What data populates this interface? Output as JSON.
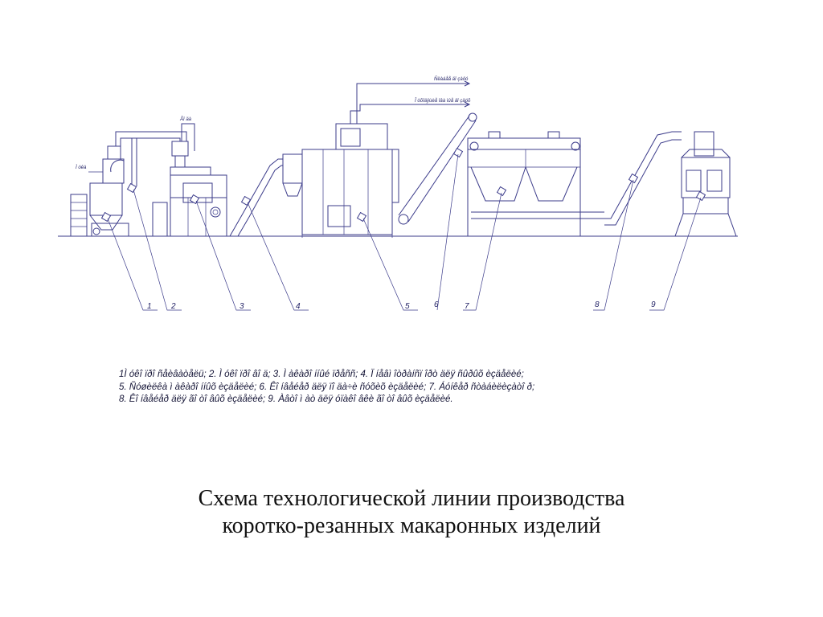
{
  "diagram": {
    "flow_labels": {
      "top": "Ñëàáåå äî çàöó",
      "middle": "Î òõîäÿùèå îâà ìûå âî çäóõ"
    },
    "side_labels": {
      "left": "Ì óêà",
      "center": "Âî äà"
    },
    "callouts": [
      "1",
      "2",
      "3",
      "4",
      "5",
      "6",
      "7",
      "8",
      "9"
    ]
  },
  "legend": {
    "lines": [
      "1Ì óêî ïðî ñåèâàòåëü; 2. Ì óêî ïðî âî ä; 3. Ì àêàðî ííûé ïðåññ; 4. Ï íåâì îòðàíñï îðò  äëÿ ñûðûõ èçäåëèé;",
      "5. Ñóøèëêà  ì àêàðî ííûõ èçäåëèé; 6. Êî íâåéåð äëÿ ïî äà÷è ñóõèõ èçäåëèé; 7. Áóíêåð ñòàáèëèçàòî ð;",
      "8. Êî íâåéåð äëÿ ãî òî âûõ èçäåëèé; 9. Àâòî ì àò  äëÿ óïàêî âêè ãî òî âûõ èçäåëèé."
    ]
  },
  "title": {
    "line1": "Схема технологической линии производства",
    "line2": "коротко-резанных макаронных изделий"
  }
}
